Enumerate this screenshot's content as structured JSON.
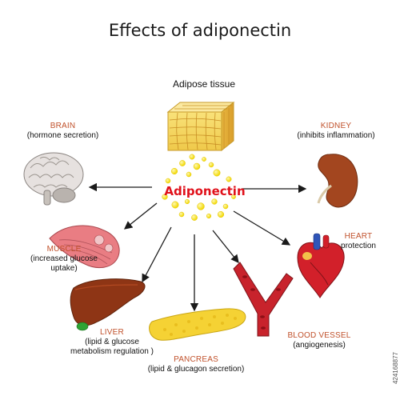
{
  "title": "Effects of adiponectin",
  "source": {
    "label": "Adipose tissue"
  },
  "hormone": {
    "label": "Adiponectin",
    "color": "#e0101a",
    "dot_color": "#f5e63a"
  },
  "targets": {
    "brain": {
      "name": "BRAIN",
      "effect": "(hormone secretion)"
    },
    "kidney": {
      "name": "KIDNEY",
      "effect": "(inhibits inflammation)"
    },
    "muscle": {
      "name": "MUSCLE",
      "effect_line1": "(increased glucose",
      "effect_line2": "uptake)"
    },
    "heart": {
      "name": "HEART",
      "effect": "protection"
    },
    "liver": {
      "name": "LIVER",
      "effect_line1": "(lipid & glucose",
      "effect_line2": "metabolism regulation )"
    },
    "pancreas": {
      "name": "PANCREAS",
      "effect": "(lipid & glucagon secretion)"
    },
    "blood_vessel": {
      "name": "BLOOD VESSEL",
      "effect": "(angiogenesis)"
    }
  },
  "stock_id": "424168877",
  "colors": {
    "organ_name": "#c0512b",
    "arrow": "#1a1a1a"
  }
}
